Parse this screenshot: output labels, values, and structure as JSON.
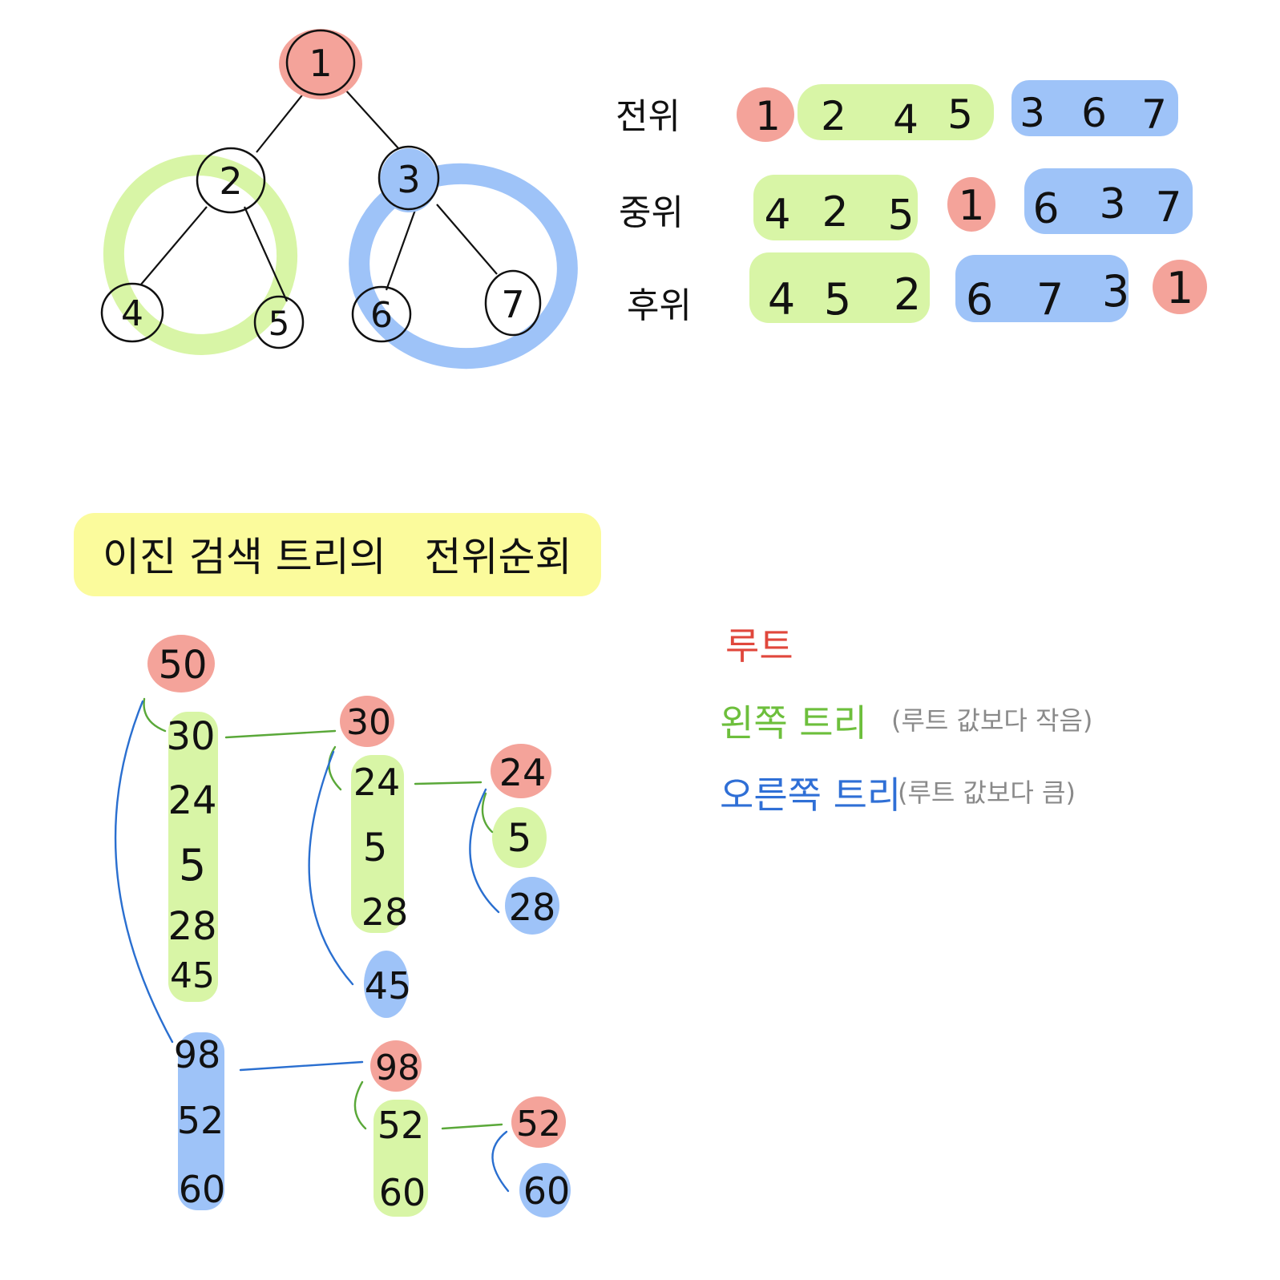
{
  "colors": {
    "root": "#f4a39a",
    "left": "#d8f5a6",
    "right": "#9ec3f8",
    "title_bg": "#fbfb9c",
    "legend_root": "#e0473c",
    "legend_left": "#6dbf3c",
    "legend_right": "#2f6fd6",
    "note": "#8a8a8a",
    "ink": "#111111",
    "connector_green": "#5aa839",
    "connector_blue": "#2a6fd0"
  },
  "tree": {
    "nodes": [
      "1",
      "2",
      "3",
      "4",
      "5",
      "6",
      "7"
    ],
    "edges": [
      [
        "1",
        "2"
      ],
      [
        "1",
        "3"
      ],
      [
        "2",
        "4"
      ],
      [
        "2",
        "5"
      ],
      [
        "3",
        "6"
      ],
      [
        "3",
        "7"
      ]
    ]
  },
  "traversals": [
    {
      "label": "전위",
      "groups": [
        {
          "kind": "root",
          "items": [
            "1"
          ]
        },
        {
          "kind": "left",
          "items": [
            "2",
            "4",
            "5"
          ]
        },
        {
          "kind": "right",
          "items": [
            "3",
            "6",
            "7"
          ]
        }
      ]
    },
    {
      "label": "중위",
      "groups": [
        {
          "kind": "left",
          "items": [
            "4",
            "2",
            "5"
          ]
        },
        {
          "kind": "root",
          "items": [
            "1"
          ]
        },
        {
          "kind": "right",
          "items": [
            "6",
            "3",
            "7"
          ]
        }
      ]
    },
    {
      "label": "후위",
      "groups": [
        {
          "kind": "left",
          "items": [
            "4",
            "5",
            "2"
          ]
        },
        {
          "kind": "right",
          "items": [
            "6",
            "7",
            "3"
          ]
        },
        {
          "kind": "root",
          "items": [
            "1"
          ]
        }
      ]
    }
  ],
  "bst_title": "이진 검색 트리의   전위순회",
  "bst_columns": {
    "col1": {
      "root": "50",
      "left": [
        "30",
        "24",
        "5",
        "28",
        "45"
      ],
      "right": [
        "98",
        "52",
        "60"
      ]
    },
    "col2a": {
      "root": "30",
      "left": [
        "24",
        "5",
        "28"
      ],
      "right": [
        "45"
      ]
    },
    "col3a": {
      "root": "24",
      "left": [
        "5"
      ],
      "right": [
        "28"
      ]
    },
    "col2b": {
      "root": "98",
      "left": [
        "52",
        "60"
      ]
    },
    "col3b": {
      "root": "52",
      "right": [
        "60"
      ]
    }
  },
  "legend": {
    "root": "루트",
    "left": "왼쪽 트리",
    "left_note": "(루트 값보다 작음)",
    "right": "오른쪽 트리",
    "right_note": "(루트 값보다 큼)"
  }
}
